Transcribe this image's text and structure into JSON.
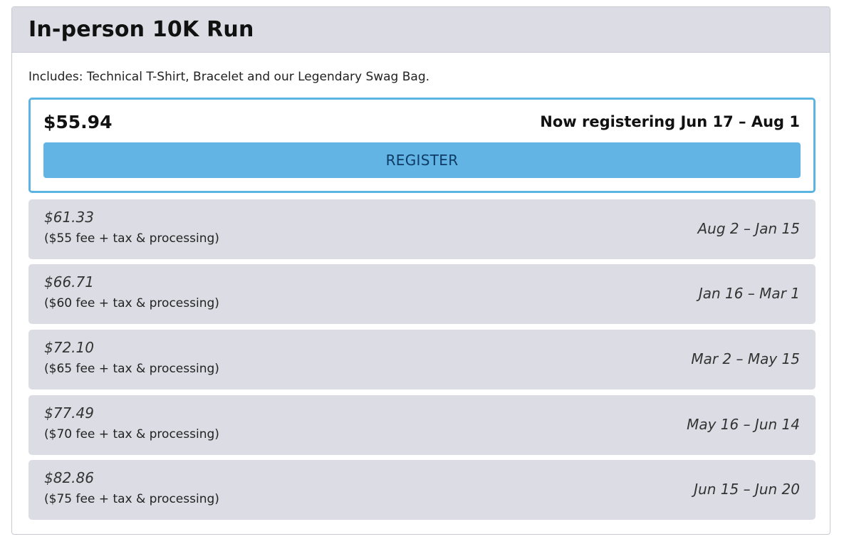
{
  "event": {
    "title": "In-person 10K Run",
    "includes": "Includes: Technical T-Shirt, Bracelet and our Legendary Swag Bag."
  },
  "current": {
    "price": "$55.94",
    "dates": "Now registering Jun 17 – Aug 1",
    "button_label": "REGISTER",
    "accent_color": "#5cb4e3"
  },
  "tiers": [
    {
      "price": "$61.33",
      "fee": "($55 fee + tax & processing)",
      "dates": "Aug 2 – Jan 15"
    },
    {
      "price": "$66.71",
      "fee": "($60 fee + tax & processing)",
      "dates": "Jan 16 – Mar 1"
    },
    {
      "price": "$72.10",
      "fee": "($65 fee + tax & processing)",
      "dates": "Mar 2 – May 15"
    },
    {
      "price": "$77.49",
      "fee": "($70 fee + tax & processing)",
      "dates": "May 16 – Jun 14"
    },
    {
      "price": "$82.86",
      "fee": "($75 fee + tax & processing)",
      "dates": "Jun 15 – Jun 20"
    }
  ]
}
